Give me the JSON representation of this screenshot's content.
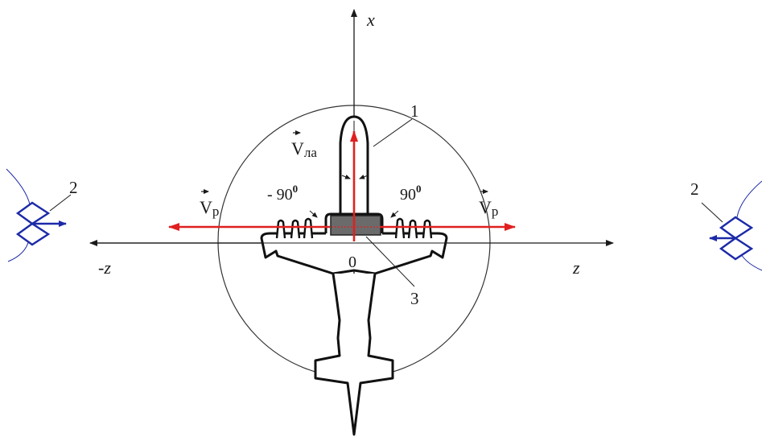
{
  "axes": {
    "x_label": "x",
    "z_label": "z",
    "neg_z_label": "-z",
    "origin_label": "0"
  },
  "labels": {
    "one": "1",
    "two_left": "2",
    "two_right": "2",
    "three": "3",
    "angle_left": "- 90",
    "angle_left_sup": "0",
    "angle_right": "90",
    "angle_right_sup": "0",
    "v_la_main": "V",
    "v_la_sub": "ла",
    "v_p_left_main": "V",
    "v_p_left_sub": "р",
    "v_p_right_main": "V",
    "v_p_right_sub": "р"
  },
  "colors": {
    "axis": "#1a1a1a",
    "outline": "#111111",
    "vector": "#e02020",
    "antenna": "#1c2aa8",
    "cargo": "#6b6b6b",
    "circle": "#333333"
  }
}
